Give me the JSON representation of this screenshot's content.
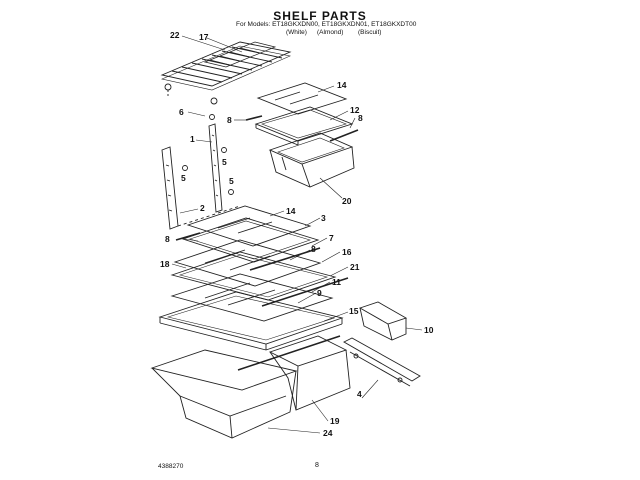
{
  "header": {
    "title": "SHELF PARTS",
    "models_prefix": "For Models:",
    "models": [
      "ET18GKXDN00",
      "ET18GKXDN01",
      "ET18GKXDT00"
    ],
    "variants": [
      "(White)",
      "(Almond)",
      "(Biscuit)"
    ]
  },
  "callouts": {
    "p22": "22",
    "p17": "17",
    "p6": "6",
    "p14a": "14",
    "p12": "12",
    "p8a": "8",
    "p8b": "8",
    "p1": "1",
    "p5a": "5",
    "p5b": "5",
    "p5c": "5",
    "p20": "20",
    "p2": "2",
    "p14b": "14",
    "p3": "3",
    "p8c": "8",
    "p7": "7",
    "p8d": "8",
    "p16": "16",
    "p18": "18",
    "p21": "21",
    "p11": "11",
    "p9": "9",
    "p15": "15",
    "p10": "10",
    "p4": "4",
    "p19": "19",
    "p24": "24"
  },
  "footer": {
    "doc_id": "4388270",
    "page": "8"
  }
}
